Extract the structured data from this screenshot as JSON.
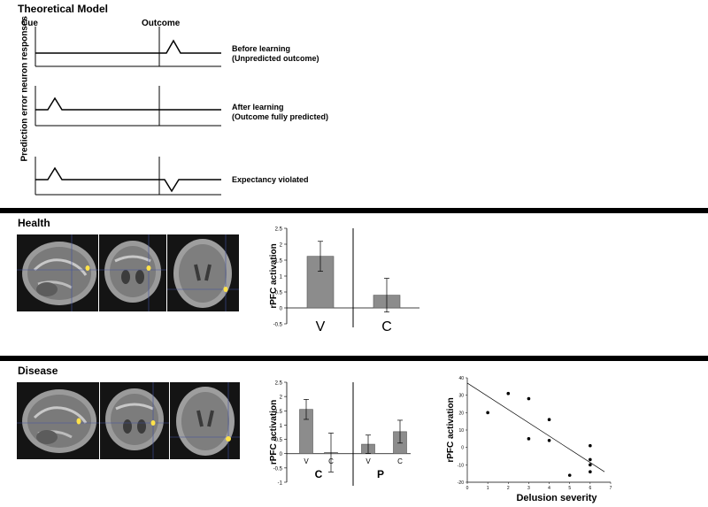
{
  "theory": {
    "title": "Theoretical Model",
    "cue_label": "Cue",
    "outcome_label": "Outcome",
    "y_axis_label": "Prediction error neuron responses",
    "traces": [
      {
        "line1": "Before learning",
        "line2": "(Unpredicted outcome)"
      },
      {
        "line1": "After learning",
        "line2": "(Outcome fully predicted)"
      },
      {
        "line1": "Expectancy violated",
        "line2": ""
      }
    ]
  },
  "health": {
    "title": "Health"
  },
  "disease": {
    "title": "Disease"
  },
  "chart_data": [
    {
      "type": "bar",
      "panel": "health",
      "ylabel": "rPFC activation",
      "ylim": [
        -0.5,
        2.5
      ],
      "yticks": [
        "-0.5",
        "0",
        "0.5",
        "1",
        "1.5",
        "2",
        "2.5"
      ],
      "categories": [
        "V",
        "C"
      ],
      "values": [
        1.62,
        0.4
      ],
      "errors": [
        0.47,
        0.53
      ],
      "bar_color": "#8c8c8c"
    },
    {
      "type": "bar",
      "panel": "disease",
      "ylabel": "rPFC activation",
      "ylim": [
        -1,
        2.5
      ],
      "yticks": [
        "-1",
        "-0.5",
        "0",
        "0.5",
        "1",
        "1.5",
        "2",
        "2.5"
      ],
      "categories": [
        "V",
        "C",
        "V",
        "C"
      ],
      "groups": [
        "C",
        "P"
      ],
      "values": [
        1.55,
        0.04,
        0.33,
        0.77
      ],
      "errors": [
        0.35,
        0.68,
        0.32,
        0.4
      ],
      "bar_color": "#8c8c8c"
    },
    {
      "type": "scatter",
      "panel": "disease",
      "xlabel": "Delusion severity",
      "ylabel": "rPFC activation",
      "xlim": [
        0,
        7
      ],
      "ylim": [
        -20,
        40
      ],
      "xticks": [
        "0",
        "1",
        "2",
        "3",
        "4",
        "5",
        "6",
        "7"
      ],
      "yticks": [
        "-20",
        "-10",
        "0",
        "10",
        "20",
        "30",
        "40"
      ],
      "points": [
        [
          1,
          20
        ],
        [
          2,
          31
        ],
        [
          3,
          28
        ],
        [
          3,
          5
        ],
        [
          4,
          16
        ],
        [
          4,
          4
        ],
        [
          5,
          -16
        ],
        [
          6,
          1
        ],
        [
          6,
          -7
        ],
        [
          6,
          -10
        ],
        [
          6,
          -14
        ]
      ],
      "fit_line": [
        [
          0,
          37
        ],
        [
          6.7,
          -14
        ]
      ]
    }
  ]
}
